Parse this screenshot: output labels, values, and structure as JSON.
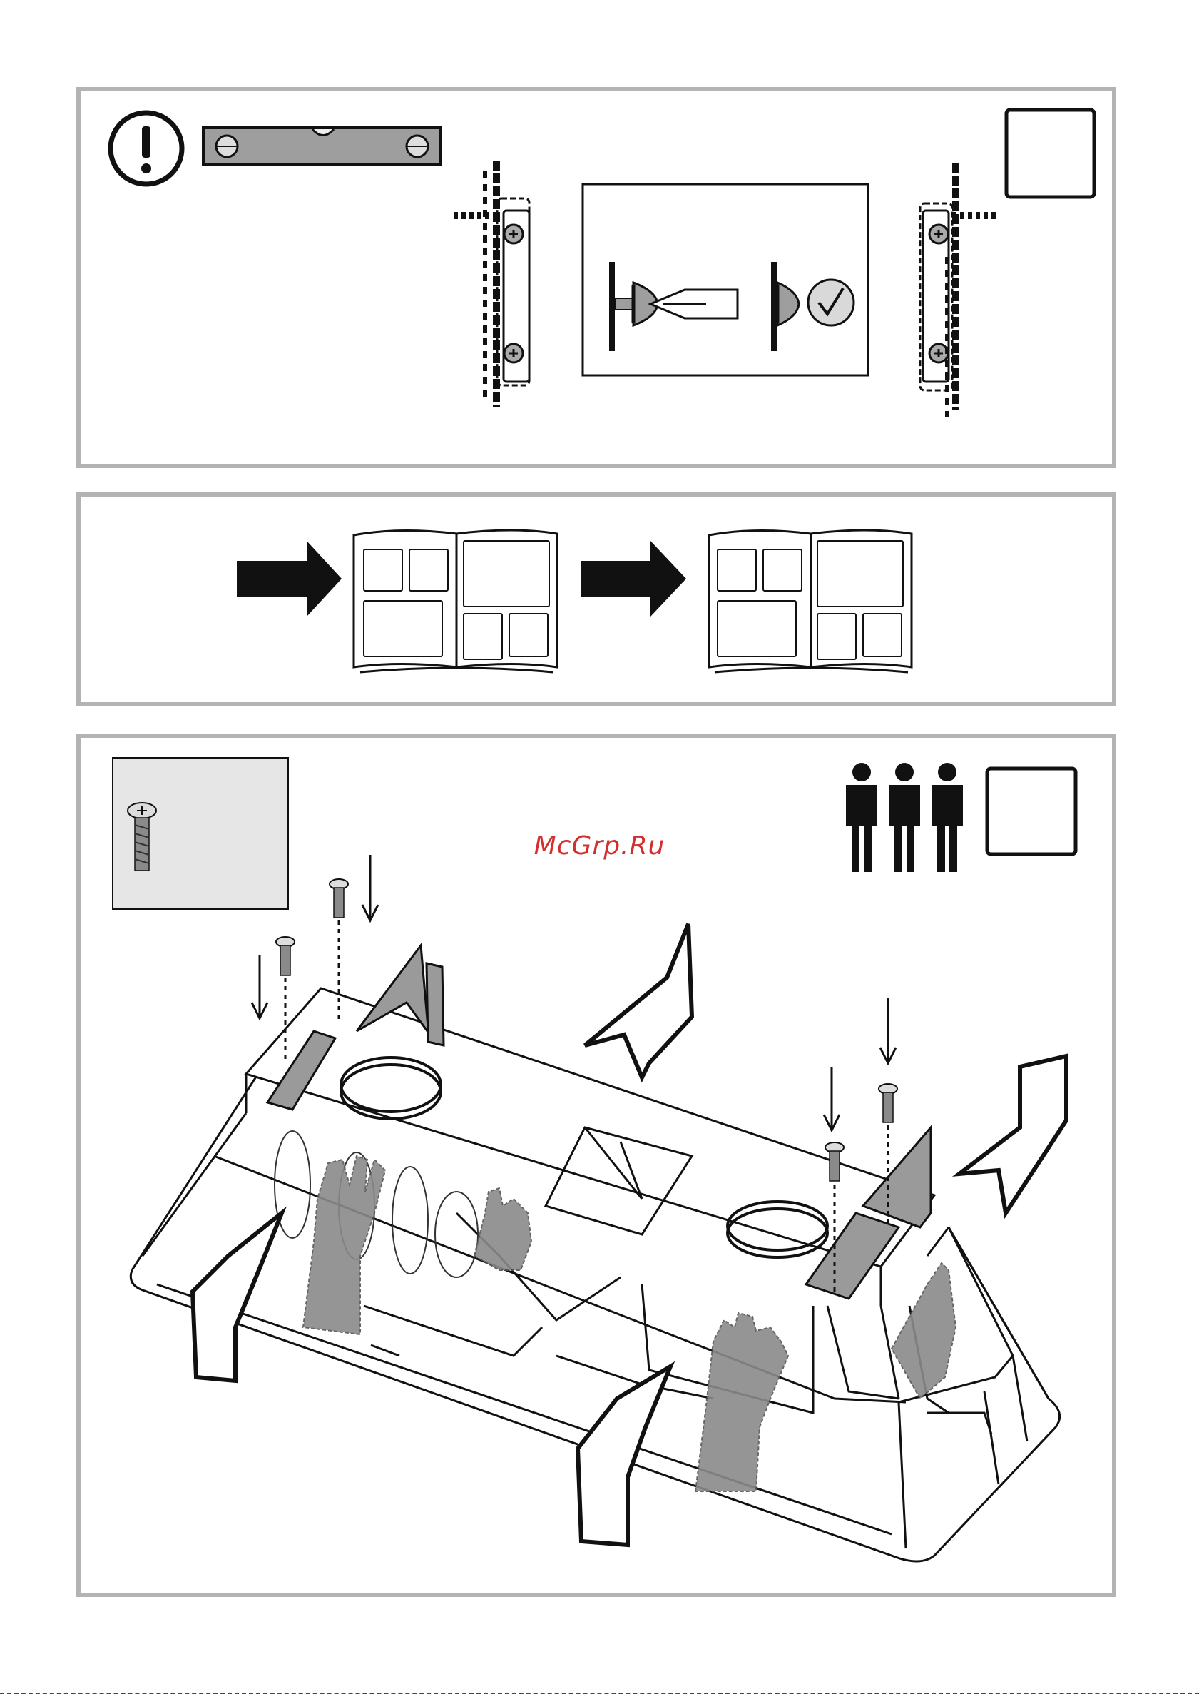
{
  "watermark": {
    "text": "McGrp.Ru"
  },
  "panels": [
    {
      "id": "panel-level-check",
      "icons": [
        "warning-icon",
        "spirit-level-icon",
        "screwdriver-icon",
        "check-icon"
      ],
      "has_step_box": true
    },
    {
      "id": "panel-refer-pages",
      "icons": [
        "arrow-right-icon",
        "open-book-icon"
      ]
    },
    {
      "id": "panel-mount-hood",
      "icons": [
        "screw-icon",
        "three-persons-icon",
        "down-arrow-icon",
        "push-arrow-icon",
        "hand-icon"
      ],
      "has_step_box": true
    }
  ],
  "colors": {
    "frame": "#b3b3b3",
    "ink": "#111111",
    "watermark": "#d32f2f",
    "hand_gray": "#8a8a8a"
  }
}
